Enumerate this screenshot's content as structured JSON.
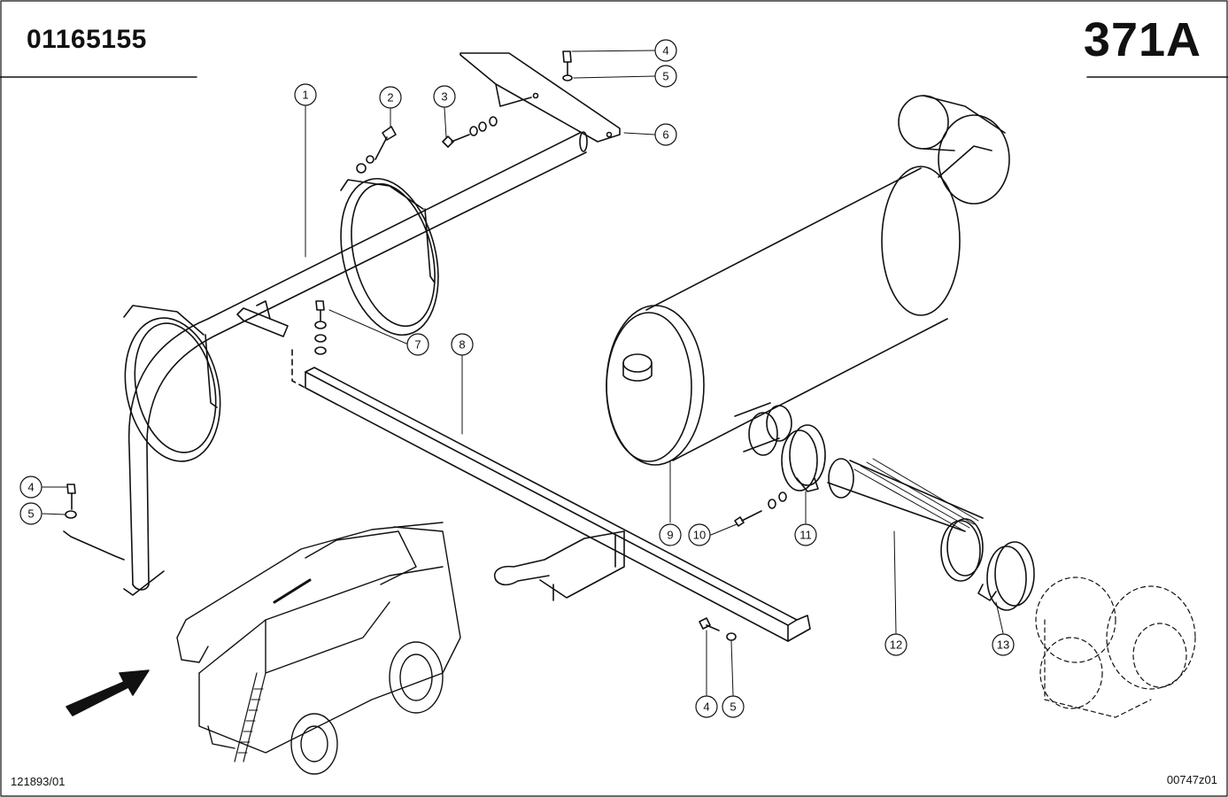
{
  "header": {
    "part_number": "01165155",
    "page_code": "371A"
  },
  "footer": {
    "reference_left": "121893/01",
    "reference_right": "00747z01"
  },
  "callouts": [
    "1",
    "2",
    "3",
    "4",
    "5",
    "6",
    "7",
    "8",
    "9",
    "10",
    "11",
    "12",
    "13",
    "4",
    "5",
    "4",
    "5"
  ],
  "colors": {
    "line": "#111111",
    "background": "#ffffff",
    "shade": "#555555"
  }
}
